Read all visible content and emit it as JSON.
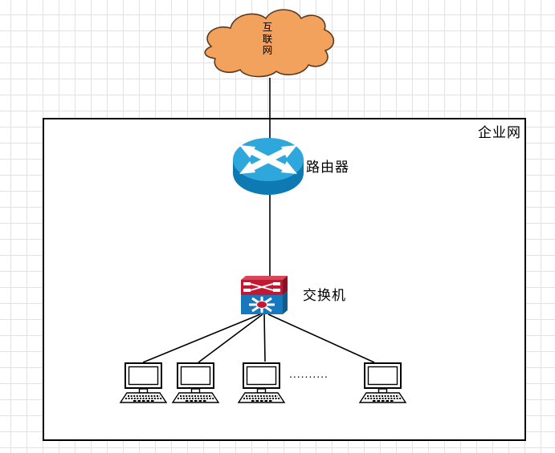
{
  "diagram": {
    "enterprise": {
      "label": "企业网"
    },
    "internet": {
      "label": "互联网"
    },
    "router": {
      "label": "路由器"
    },
    "switch": {
      "label": "交换机"
    },
    "workstations": {
      "count": 4,
      "ellipsis": ".........."
    },
    "colors": {
      "cloud_fill": "#f3a25e",
      "cloud_stroke": "#5a3a1e",
      "router_top": "#2ea8dc",
      "router_body": "#0e7ab3",
      "switch_red": "#c41732",
      "switch_red_top": "#d8465a",
      "switch_red_side": "#8e1024",
      "switch_blue": "#1878bd",
      "switch_blue_side": "#0d5c90",
      "connector": "#000000",
      "grid_line": "#e2e2e2"
    }
  }
}
